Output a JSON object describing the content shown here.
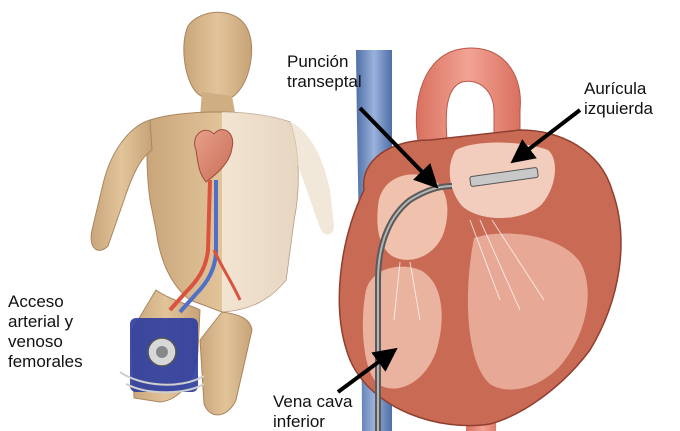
{
  "labels": {
    "puncion_transeptal": "Punción\ntranseptal",
    "auricula_izquierda": "Aurícula\nizquierda",
    "acceso": "Acceso\narterial y\nvenoso\nfemorales",
    "vena_cava": "Vena cava\ninferior"
  },
  "colors": {
    "skin": "#d9b98c",
    "skin_shadow": "#b08c60",
    "heart": "#d9856f",
    "heart_light": "#f0c2ae",
    "myocardium": "#c96a55",
    "aorta": "#e98a7a",
    "vein_blue": "#6f8fc4",
    "device_blue": "#2f3fa0",
    "catheter": "#6a6a6a",
    "arrow": "#000000"
  }
}
